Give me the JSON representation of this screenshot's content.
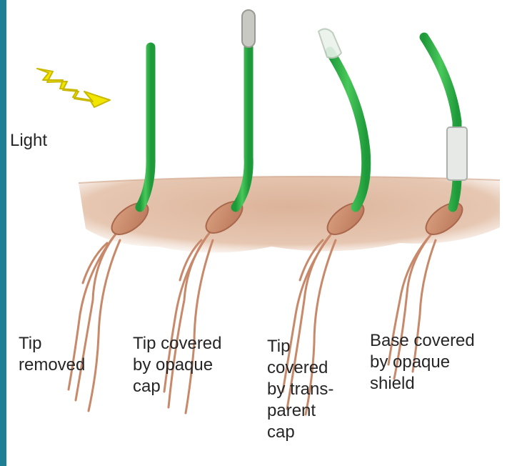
{
  "diagram": {
    "light_label": "Light",
    "captions": [
      {
        "lines": [
          "Tip",
          "removed"
        ]
      },
      {
        "lines": [
          "Tip covered",
          "by opaque",
          "cap"
        ]
      },
      {
        "lines": [
          "Tip",
          "covered",
          "by trans-",
          "parent",
          "cap"
        ]
      },
      {
        "lines": [
          "Base covered",
          "by opaque",
          "shield"
        ]
      }
    ]
  },
  "colors": {
    "frame": "#1e7f94",
    "soil": "#d9b096",
    "stem": "#2db34a",
    "lightning": "#f2e600",
    "root": "#c8896b",
    "cap_transparent": "#e9f2ea",
    "shield": "#e6e9e6"
  }
}
